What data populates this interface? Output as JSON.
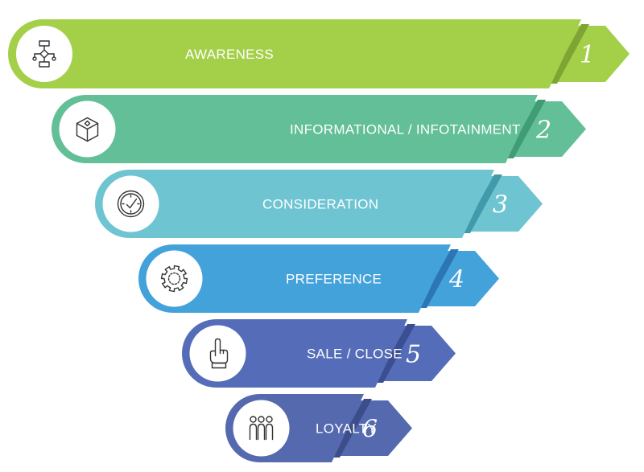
{
  "stages": [
    {
      "label": "AWARENESS",
      "number": "1",
      "color": "#a4cf48",
      "dark": "#7ea533",
      "icon": "flowchart-icon"
    },
    {
      "label": "INFORMATIONAL / INFOTAINMENT",
      "number": "2",
      "color": "#63bf98",
      "dark": "#3f9c74",
      "icon": "box-icon"
    },
    {
      "label": "CONSIDERATION",
      "number": "3",
      "color": "#6fc4d2",
      "dark": "#3f9aab",
      "icon": "clock-icon"
    },
    {
      "label": "PREFERENCE",
      "number": "4",
      "color": "#44a2db",
      "dark": "#2b76b3",
      "icon": "gear-icon"
    },
    {
      "label": "SALE / CLOSE",
      "number": "5",
      "color": "#556db8",
      "dark": "#3b4e92",
      "icon": "pointing-hand-icon"
    },
    {
      "label": "LOYALTY",
      "number": "6",
      "color": "#5569ae",
      "dark": "#3d4d8c",
      "icon": "group-icon"
    }
  ]
}
